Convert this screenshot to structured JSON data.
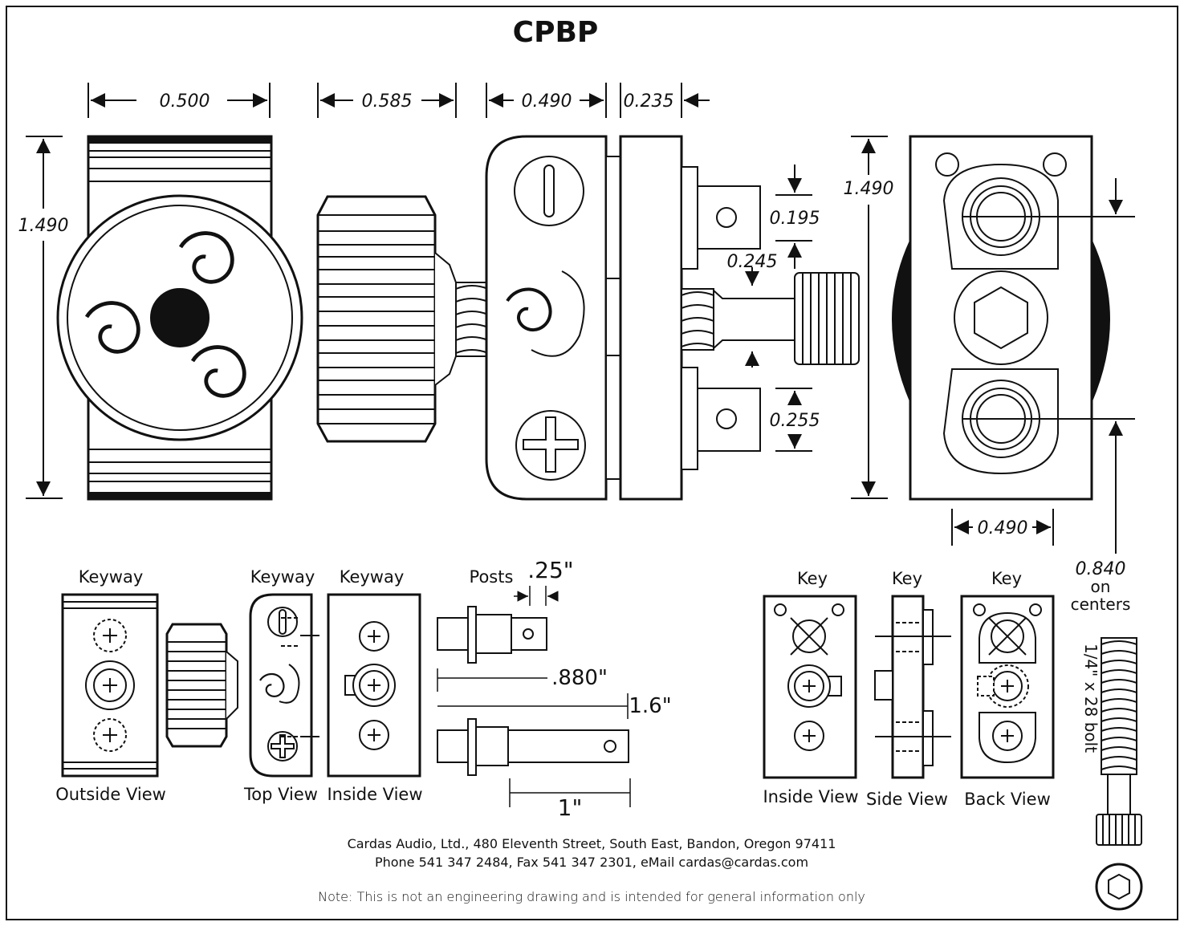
{
  "title": "CPBP",
  "dimensions": {
    "d_0500": "0.500",
    "d_0585": "0.585",
    "d_0490_top": "0.490",
    "d_0235": "0.235",
    "d_1490_left": "1.490",
    "d_0195": "0.195",
    "d_0245": "0.245",
    "d_0255": "0.255",
    "d_1490_right": "1.490",
    "d_0490_bottom": "0.490",
    "centers_value": "0.840",
    "centers_on": "on",
    "centers_label": "centers"
  },
  "posts": {
    "label": "Posts",
    "d_25": ".25\"",
    "d_880": ".880\"",
    "d_16": "1.6\"",
    "d_1": "1\""
  },
  "keyway_views": {
    "keyway1": "Keyway",
    "keyway2": "Keyway",
    "keyway3": "Keyway",
    "outside": "Outside View",
    "top": "Top View",
    "inside": "Inside View"
  },
  "key_views": {
    "key1": "Key",
    "key2": "Key",
    "key3": "Key",
    "inside": "Inside View",
    "side": "Side View",
    "back": "Back View"
  },
  "bolt_label": "1/4\" x 28 bolt",
  "footer": {
    "address": "Cardas Audio, Ltd., 480 Eleventh Street, South East, Bandon, Oregon 97411",
    "contact": "Phone 541 347 2484, Fax 541 347 2301, eMail cardas@cardas.com",
    "note": "Note:  This is not an engineering drawing and is intended for general information only"
  }
}
